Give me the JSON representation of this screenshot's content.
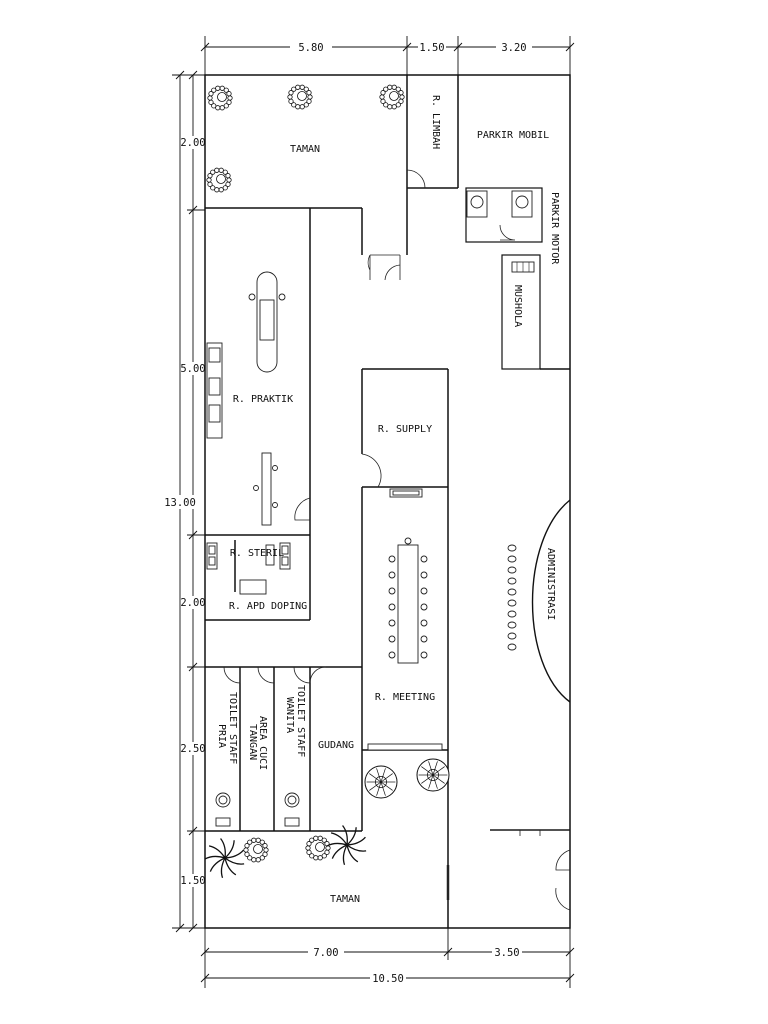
{
  "rooms": {
    "taman_top": "TAMAN",
    "r_limbah": "R. LIMBAH",
    "parkir_mobil": "PARKIR MOBIL",
    "parkir_motor": "PARKIR MOTOR",
    "musholla": "MUSHOLA",
    "r_praktik": "R. PRAKTIK",
    "r_supply": "R. SUPPLY",
    "r_steril": "R. STERIL",
    "r_apd_doping": "R. APD DOPING",
    "administrasi": "ADMINISTRASI",
    "r_meeting": "R. MEETING",
    "gudang": "GUDANG",
    "toilet_pria_1": "TOILET STAFF",
    "toilet_pria_2": "PRIA",
    "area_cuci_1": "AREA CUCI",
    "area_cuci_2": "TANGAN",
    "toilet_wanita_1": "TOILET STAFF",
    "toilet_wanita_2": "WANITA",
    "taman_bottom": "TAMAN"
  },
  "dimensions": {
    "top": [
      "5.80",
      "1.50",
      "3.20"
    ],
    "left_outer": "13.00",
    "left_inner": [
      "2.00",
      "5.00",
      "2.00",
      "2.50",
      "1.50"
    ],
    "bottom": [
      "7.00",
      "3.50"
    ],
    "bottom_total": "10.50"
  }
}
